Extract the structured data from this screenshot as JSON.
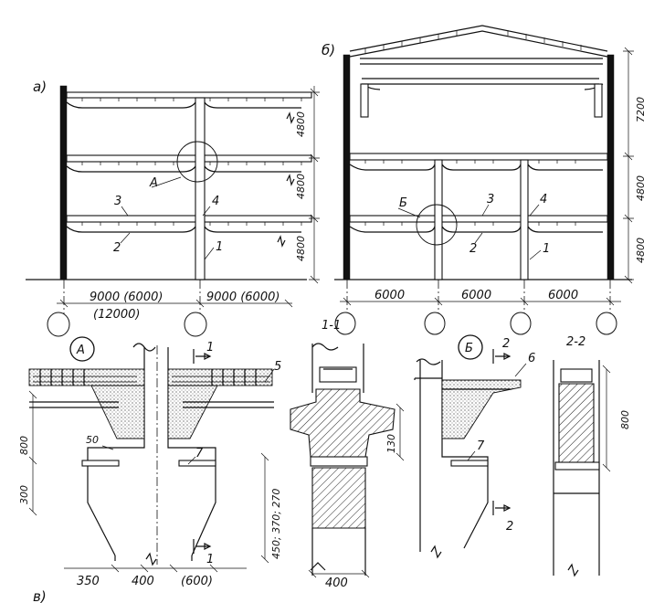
{
  "labels": {
    "fig_a": "а)",
    "fig_b": "б)",
    "fig_v": "в)",
    "node_a": "А",
    "node_b": "Б",
    "section_11": "1-1",
    "section_22": "2-2",
    "cut_1": "1",
    "cut_2": "2"
  },
  "frame_a": {
    "part_labels": [
      "1",
      "2",
      "3",
      "4"
    ],
    "story_heights": [
      "4800",
      "4800",
      "4800"
    ],
    "spans": [
      "9000 (6000)",
      "9000 (6000)"
    ],
    "span_alt": "(12000)"
  },
  "frame_b": {
    "part_labels": [
      "1",
      "2",
      "3",
      "4"
    ],
    "story_heights": [
      "7200",
      "4800",
      "4800"
    ],
    "spans": [
      "6000",
      "6000",
      "6000"
    ]
  },
  "detail_a": {
    "part_label": "5",
    "seat_label": "7",
    "dims": {
      "h800": "800",
      "h300": "300",
      "gap50": "50",
      "w350": "350",
      "w400": "400",
      "w600": "(600)",
      "hvar": "450; 370; 270"
    }
  },
  "section_1_1": {
    "dims": {
      "h130": "130",
      "w400": "400"
    }
  },
  "detail_b": {
    "part_label": "6",
    "seat_label": "7",
    "dims": {
      "h800": "800"
    }
  }
}
